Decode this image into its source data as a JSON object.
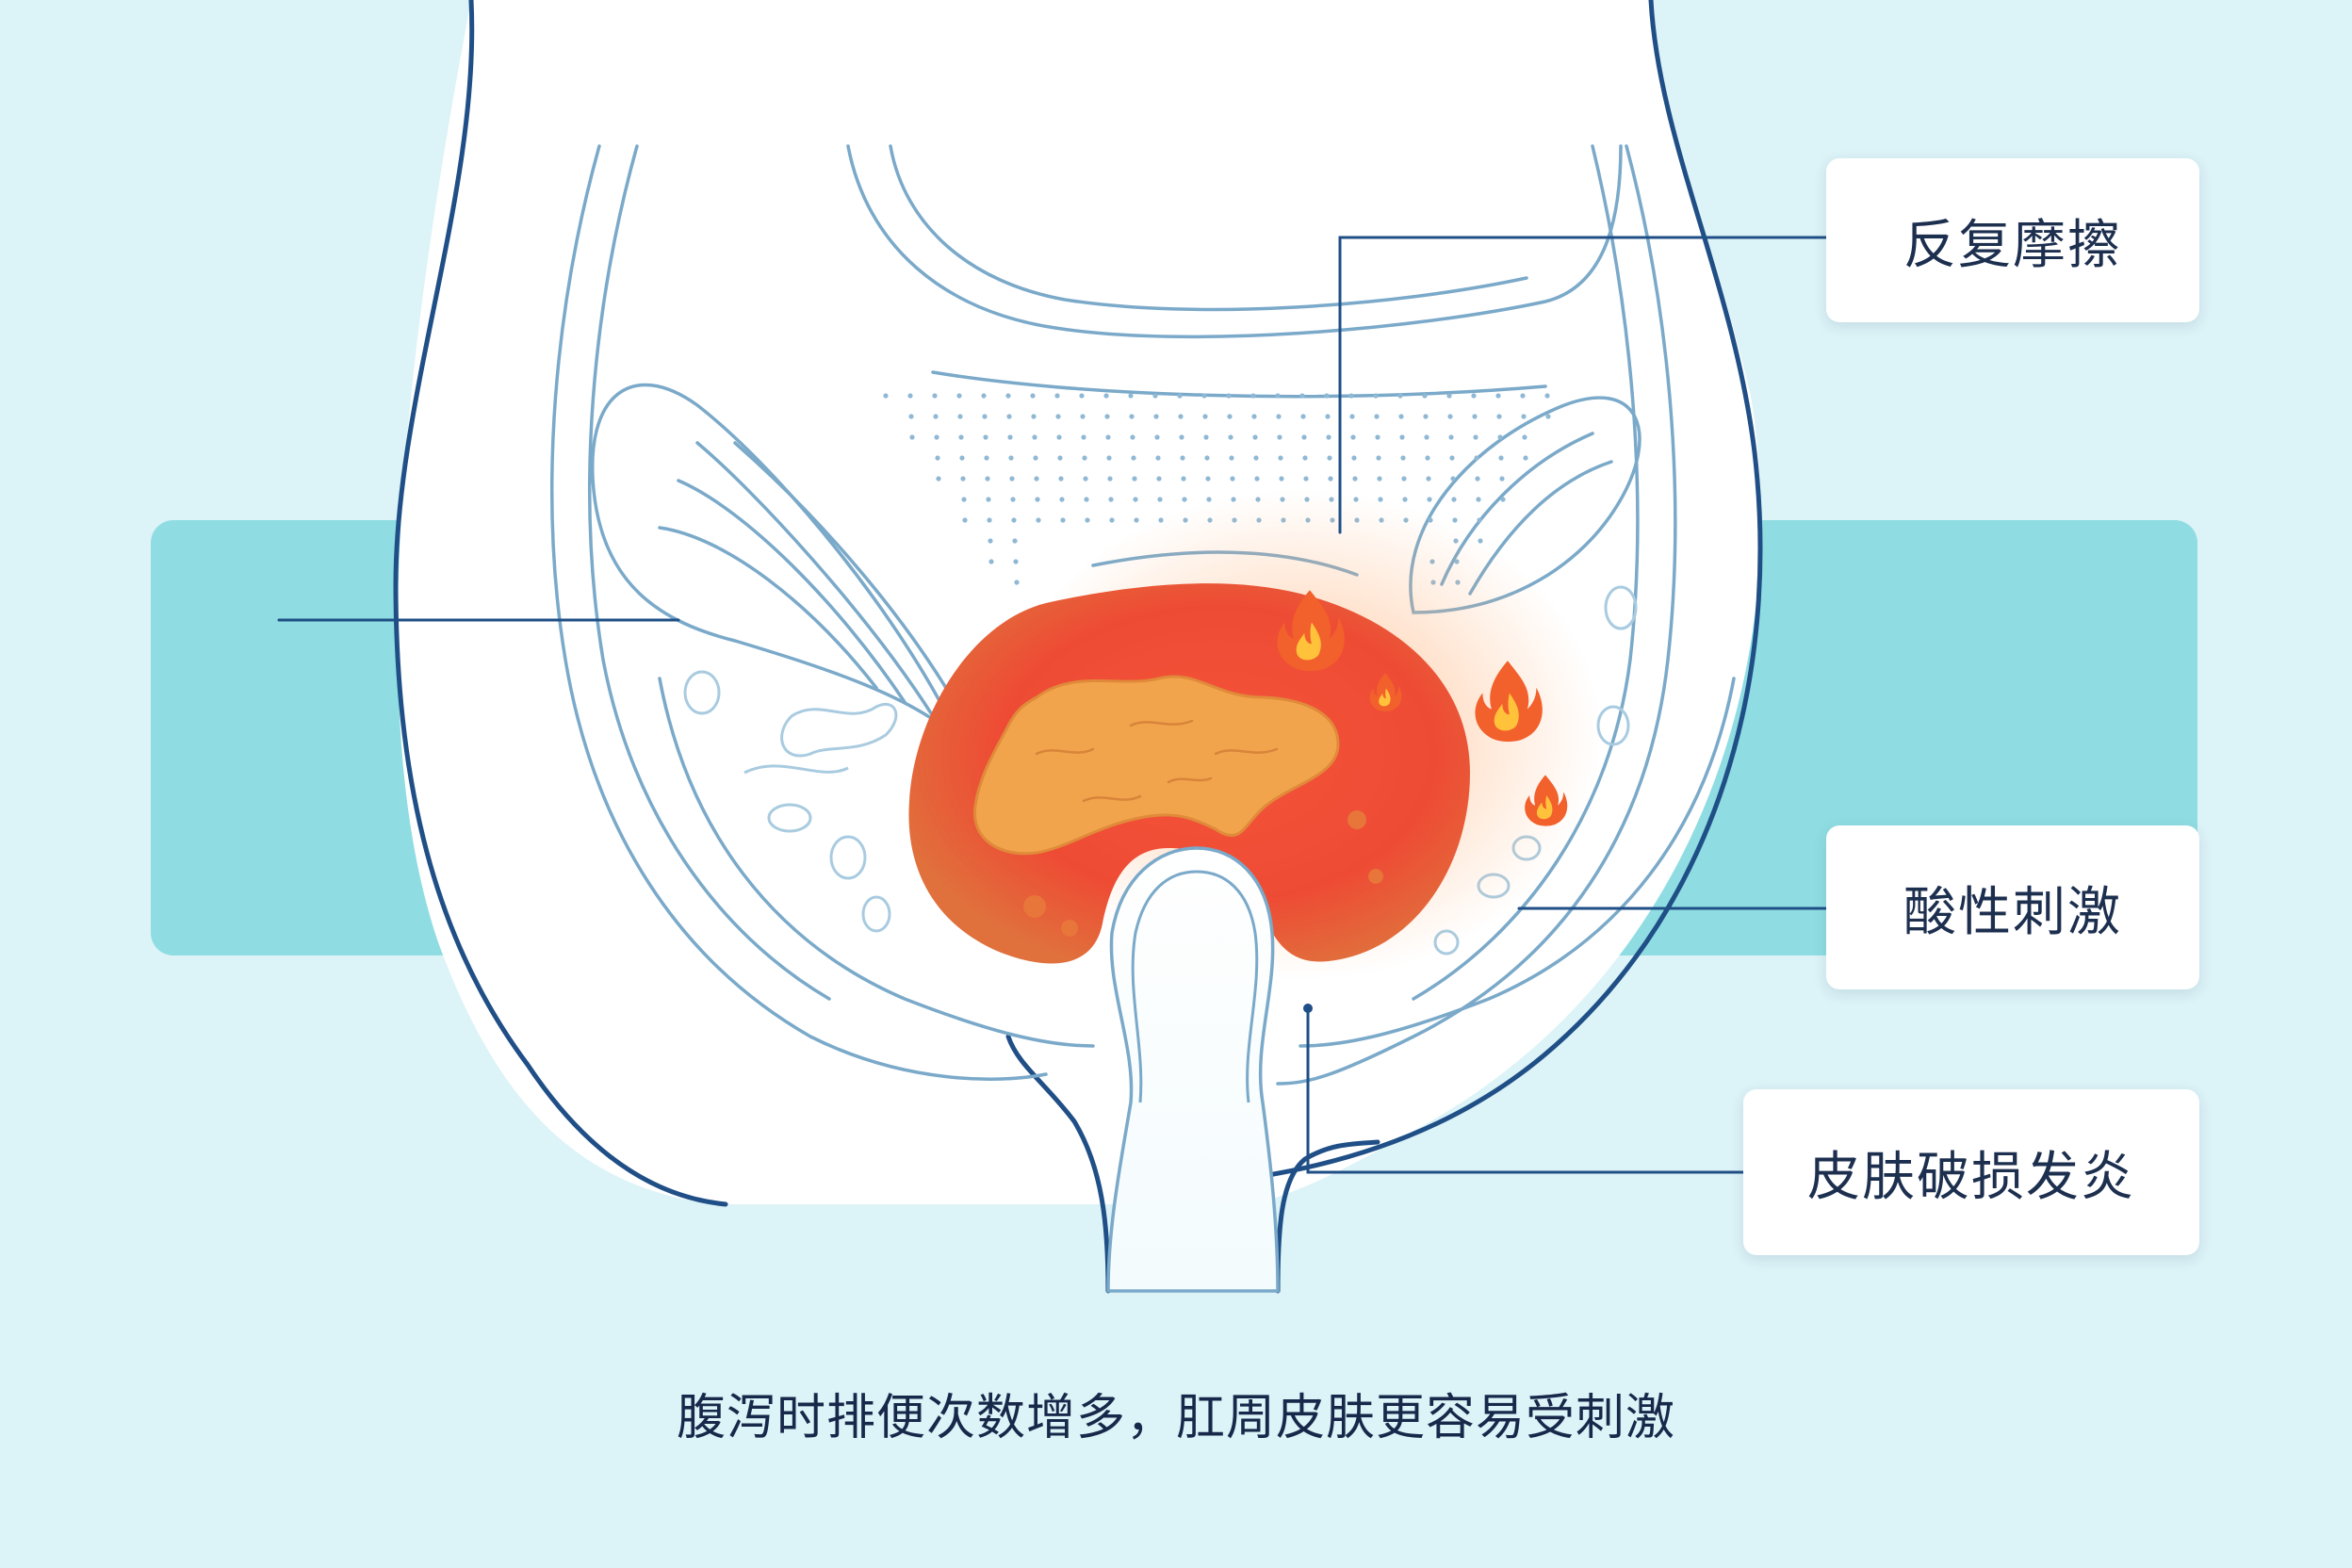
{
  "callouts": {
    "friction": "反复摩擦",
    "acid": "酸性刺激",
    "inflammation": "皮肤破损发炎"
  },
  "caption": "腹泻时排便次数增多，肛周皮肤更容易受刺激",
  "colors": {
    "background": "#dcf3f7",
    "band": "#8fdde2",
    "outline": "#1f4f86",
    "inner_line": "#7aa9c9",
    "inflamed_red": "#ee4a32",
    "stool_orange": "#f0a04a"
  },
  "icons": [
    "flame-icon",
    "flame-icon",
    "flame-icon",
    "flame-icon"
  ]
}
